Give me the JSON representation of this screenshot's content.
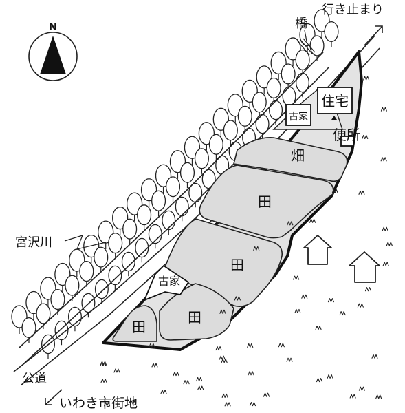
{
  "north": {
    "label": "N"
  },
  "labels": {
    "dead_end": "行き止まり",
    "bridge": "橋",
    "house": "住宅",
    "old_house_top": "古家",
    "old_house_bottom": "古家",
    "toilet": "便所",
    "upland_field": "畑",
    "rice_field_1": "田",
    "rice_field_2": "田",
    "rice_field_3": "田",
    "rice_field_4": "田",
    "river": "宮沢川",
    "public_road": "公道",
    "to_city": "いわき市街地"
  },
  "icons": {
    "north": "north-arrow-icon",
    "dead_end": "arrow-up-right-icon",
    "to_city": "arrow-down-left-icon",
    "trees": "tree-icon",
    "grass": "grass-icon",
    "houses": "house-icon"
  },
  "colors": {
    "fields": "#dcdcdc",
    "site": "#e3e3e3",
    "ink": "#111111"
  }
}
